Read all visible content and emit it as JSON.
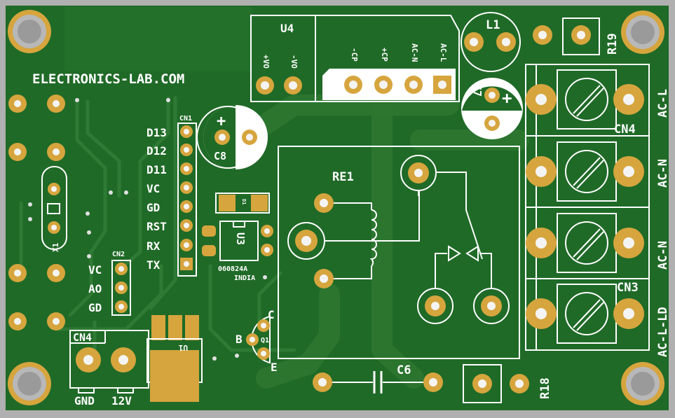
{
  "board": {
    "site_label": "ELECTRONICS-LAB.COM",
    "colors": {
      "board": "#1f6a27",
      "trace": "#2f7a34",
      "pad": "#d6a53e",
      "silk": "#ffffff",
      "frame": "#b0b0b0"
    }
  },
  "u4": {
    "ref": "U4",
    "pins": [
      "+VO",
      "-VO",
      "-CP",
      "+CP",
      "AC-N",
      "AC-L"
    ]
  },
  "cn1": {
    "ref": "CN1",
    "pins": [
      "D13",
      "D12",
      "D11",
      "VC",
      "GD",
      "RST",
      "RX",
      "TX"
    ]
  },
  "cn2": {
    "ref": "CN2",
    "pins": [
      "VC",
      "AO",
      "GD"
    ]
  },
  "power_connector": {
    "ref": "CN4",
    "gnd": "GND",
    "v12": "12V"
  },
  "terminals": {
    "cn4_ref": "CN4",
    "cn3_ref": "CN3",
    "labels": [
      "AC-L",
      "AC-N",
      "AC-N",
      "AC-L-LD"
    ]
  },
  "parts": {
    "relay": "RE1",
    "c6": "C6",
    "c7": "C7",
    "c8": "C8",
    "l1": "L1",
    "r18": "R18",
    "r19": "R19",
    "q1": "Q1",
    "q1_c": "C",
    "q1_b": "B",
    "q1_e": "E",
    "u1": "U1",
    "u3": "U3",
    "u3_code": "060824A",
    "u3_origin": "INDIA",
    "x1": "X1",
    "d1": "D1",
    "c7_plus": "+",
    "c8_plus": "+"
  }
}
